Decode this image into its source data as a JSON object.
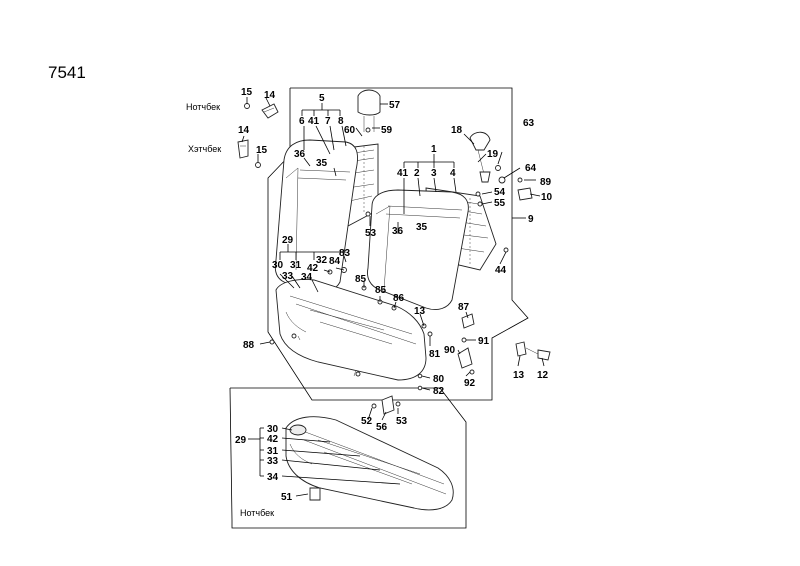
{
  "diagram_id": "7541",
  "captions": {
    "notchback_top": "Нотчбек",
    "hatchback": "Хэтчбек",
    "notchback_bottom": "Нотчбек"
  },
  "parts": {
    "p15a": "15",
    "p14a": "14",
    "p14b": "14",
    "p15b": "15",
    "p5": "5",
    "p6": "6",
    "p41a": "41",
    "p7": "7",
    "p8": "8",
    "p57": "57",
    "p60": "60",
    "p59": "59",
    "p36a": "36",
    "p35a": "35",
    "p18": "18",
    "p63": "63",
    "p19": "19",
    "p64": "64",
    "p89": "89",
    "p10": "10",
    "p1": "1",
    "p41b": "41",
    "p2": "2",
    "p3": "3",
    "p4": "4",
    "p54": "54",
    "p55": "55",
    "p9": "9",
    "p36b": "36",
    "p35b": "35",
    "p53a": "53",
    "p44": "44",
    "p29a": "29",
    "p30a": "30",
    "p31a": "31",
    "p32": "32",
    "p83": "83",
    "p42a": "42",
    "p84": "84",
    "p33a": "33",
    "p34a": "34",
    "p85a": "85",
    "p85b": "85",
    "p86": "86",
    "p87": "87",
    "p13a": "13",
    "p91": "91",
    "p81": "81",
    "p90": "90",
    "p88": "88",
    "p92": "92",
    "p80": "80",
    "p82": "82",
    "p13b": "13",
    "p12": "12",
    "p52": "52",
    "p56": "56",
    "p53b": "53",
    "p29b": "29",
    "p30b": "30",
    "p42b": "42",
    "p31b": "31",
    "p33b": "33",
    "p34b": "34",
    "p51": "51"
  }
}
